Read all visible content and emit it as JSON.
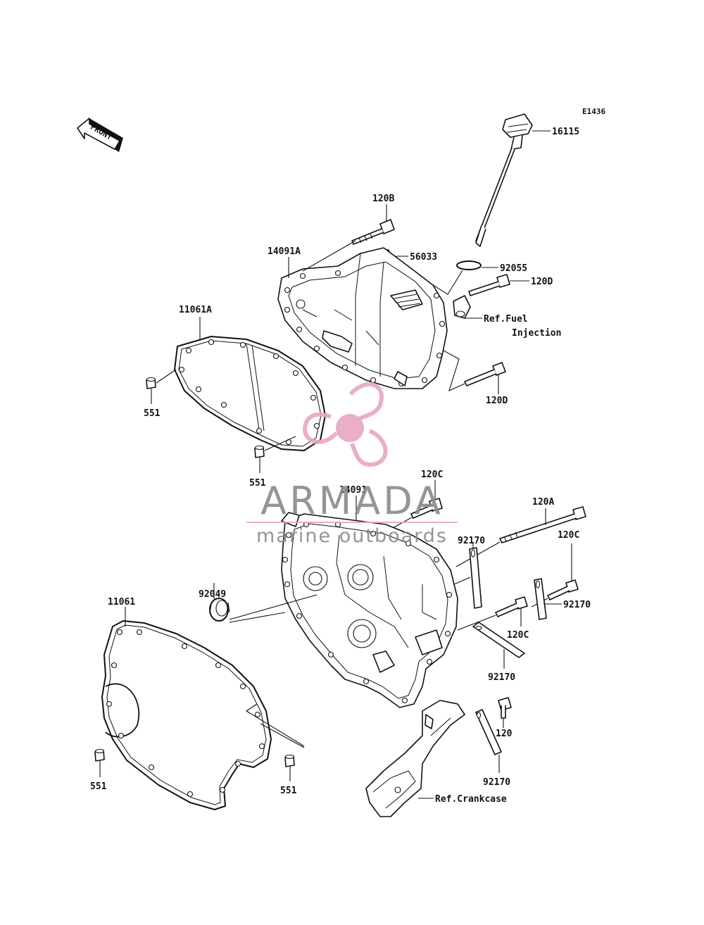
{
  "diagram": {
    "code": "E1436",
    "front_label": "FRONT",
    "labels": {
      "p16115": "16115",
      "p120B": "120B",
      "p14091A": "14091A",
      "p56033": "56033",
      "p92055": "92055",
      "p120D_top": "120D",
      "ref_fuel_1": "Ref.Fuel",
      "ref_fuel_2": "Injection",
      "p11061A": "11061A",
      "p551_a": "551",
      "p120D_bottom": "120D",
      "p551_b": "551",
      "p120C_top": "120C",
      "p14091": "14091",
      "p120A": "120A",
      "p120C_right": "120C",
      "p92170_a": "92170",
      "p92170_b": "92170",
      "p120C_mid": "120C",
      "p92049": "92049",
      "p11061": "11061",
      "p92170_c": "92170",
      "p120": "120",
      "p551_c": "551",
      "p551_d": "551",
      "p92170_d": "92170",
      "ref_crankcase": "Ref.Crankcase"
    }
  },
  "watermark": {
    "brand": "ARMADA",
    "tagline": "marine outboards",
    "color_pink": "#e8a6c4",
    "color_grey": "#8a8a8a"
  }
}
